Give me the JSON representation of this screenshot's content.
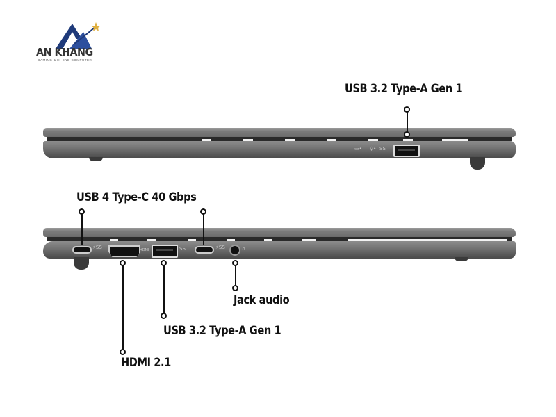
{
  "brand": {
    "name": "AN KHANG",
    "tagline": "GAMING & HI-END COMPUTER",
    "colors": {
      "primary": "#1f3a7a",
      "star": "#e0b040"
    }
  },
  "views": {
    "right_side": {
      "callouts": [
        {
          "label": "USB 3.2 Type-A Gen 1",
          "port": "usb-a"
        }
      ],
      "indicator_icons": [
        "battery-led-icon",
        "power-led-icon",
        "usb-superspeed-icon"
      ]
    },
    "left_side": {
      "callouts": [
        {
          "label": "USB 4 Type-C 40 Gbps",
          "port": "usb-c",
          "count": 2
        },
        {
          "label": "HDMI 2.1",
          "port": "hdmi"
        },
        {
          "label": "USB 3.2 Type-A Gen 1",
          "port": "usb-a"
        },
        {
          "label": "Jack audio",
          "port": "audio-jack"
        }
      ],
      "port_icons": [
        "thunderbolt-icon",
        "hdmi-icon",
        "usb-superspeed-icon",
        "thunderbolt-icon",
        "headphone-icon"
      ]
    }
  },
  "colors": {
    "chassis": "#7b7b7b",
    "callout_line": "#111111",
    "background": "#ffffff"
  }
}
